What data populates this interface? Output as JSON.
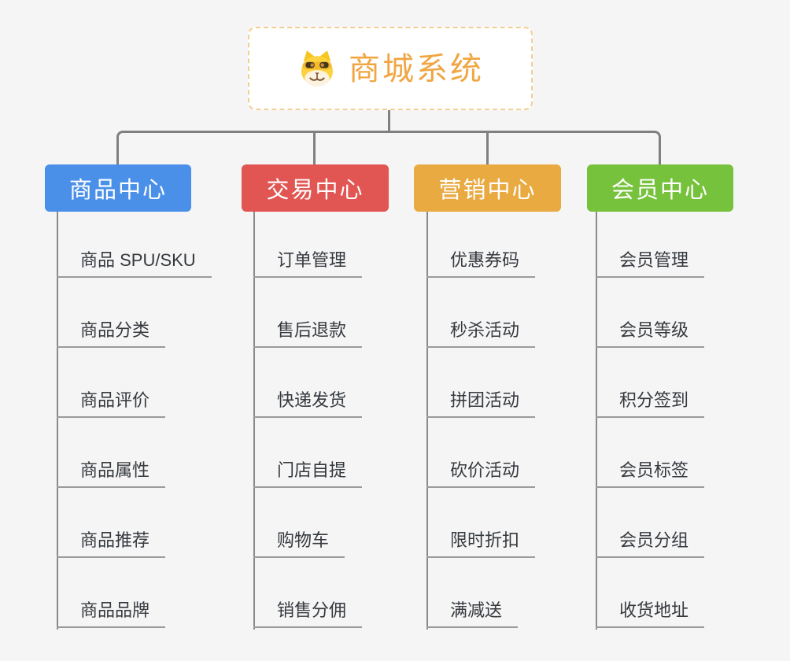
{
  "root": {
    "title": "商城系统",
    "icon": "shiba-dog-face"
  },
  "branches": [
    {
      "label": "商品中心",
      "color": "#4a90e8",
      "children": [
        "商品 SPU/SKU",
        "商品分类",
        "商品评价",
        "商品属性",
        "商品推荐",
        "商品品牌"
      ]
    },
    {
      "label": "交易中心",
      "color": "#e15552",
      "children": [
        "订单管理",
        "售后退款",
        "快递发货",
        "门店自提",
        "购物车",
        "销售分佣"
      ]
    },
    {
      "label": "营销中心",
      "color": "#eaaa42",
      "children": [
        "优惠券码",
        "秒杀活动",
        "拼团活动",
        "砍价活动",
        "限时折扣",
        "满减送"
      ]
    },
    {
      "label": "会员中心",
      "color": "#77c23d",
      "children": [
        "会员管理",
        "会员等级",
        "积分签到",
        "会员标签",
        "会员分组",
        "收货地址"
      ]
    }
  ],
  "colors": {
    "background": "#f5f5f5",
    "connector": "#808080",
    "leaf_line": "#9b9b9b",
    "leaf_text": "#35393e",
    "root_border": "#f3cf95",
    "root_text": "#f0a643"
  }
}
